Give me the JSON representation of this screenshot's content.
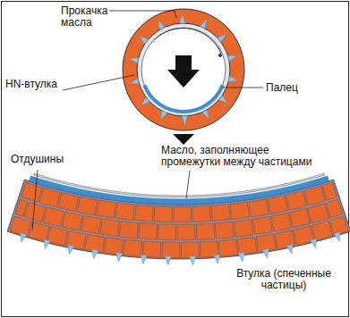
{
  "diagram": {
    "labels": [
      "Прокачка масла",
      "HN-втулка",
      "Палец",
      "Отдушины",
      "Масло, заполняющее промежутки между частицами",
      "Втулка (спеченные частицы)"
    ]
  }
}
